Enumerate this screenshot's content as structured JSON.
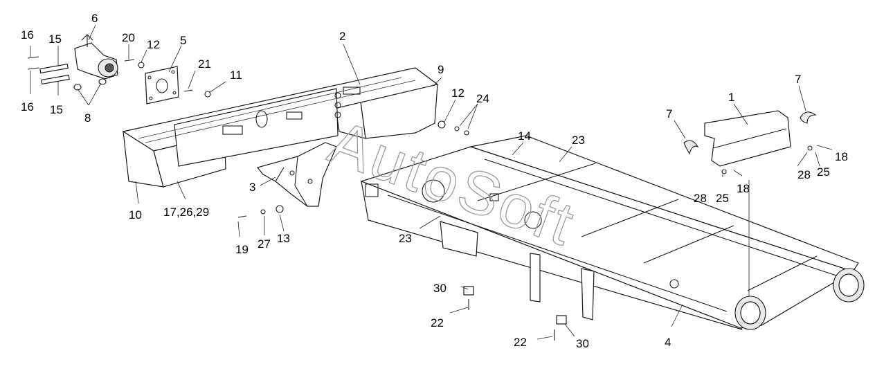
{
  "diagram": {
    "watermark": "AutoSoft",
    "callouts": [
      {
        "id": "c-16a",
        "text": "16"
      },
      {
        "id": "c-15a",
        "text": "15"
      },
      {
        "id": "c-6",
        "text": "6"
      },
      {
        "id": "c-20",
        "text": "20"
      },
      {
        "id": "c-12a",
        "text": "12"
      },
      {
        "id": "c-5",
        "text": "5"
      },
      {
        "id": "c-2",
        "text": "2"
      },
      {
        "id": "c-21",
        "text": "21"
      },
      {
        "id": "c-11",
        "text": "11"
      },
      {
        "id": "c-16b",
        "text": "16"
      },
      {
        "id": "c-15b",
        "text": "15"
      },
      {
        "id": "c-8",
        "text": "8"
      },
      {
        "id": "c-9",
        "text": "9"
      },
      {
        "id": "c-12b",
        "text": "12"
      },
      {
        "id": "c-24",
        "text": "24"
      },
      {
        "id": "c-1",
        "text": "1"
      },
      {
        "id": "c-7a",
        "text": "7"
      },
      {
        "id": "c-7b",
        "text": "7"
      },
      {
        "id": "c-14",
        "text": "14"
      },
      {
        "id": "c-23a",
        "text": "23"
      },
      {
        "id": "c-18a",
        "text": "18"
      },
      {
        "id": "c-28a",
        "text": "28"
      },
      {
        "id": "c-25a",
        "text": "25"
      },
      {
        "id": "c-28b",
        "text": "28"
      },
      {
        "id": "c-25b",
        "text": "25"
      },
      {
        "id": "c-18b",
        "text": "18"
      },
      {
        "id": "c-3",
        "text": "3"
      },
      {
        "id": "c-10",
        "text": "10"
      },
      {
        "id": "c-17-26-29",
        "text": "17,26,29"
      },
      {
        "id": "c-19",
        "text": "19"
      },
      {
        "id": "c-27",
        "text": "27"
      },
      {
        "id": "c-13",
        "text": "13"
      },
      {
        "id": "c-23b",
        "text": "23"
      },
      {
        "id": "c-30a",
        "text": "30"
      },
      {
        "id": "c-22a",
        "text": "22"
      },
      {
        "id": "c-22b",
        "text": "22"
      },
      {
        "id": "c-30b",
        "text": "30"
      },
      {
        "id": "c-4",
        "text": "4"
      }
    ]
  }
}
